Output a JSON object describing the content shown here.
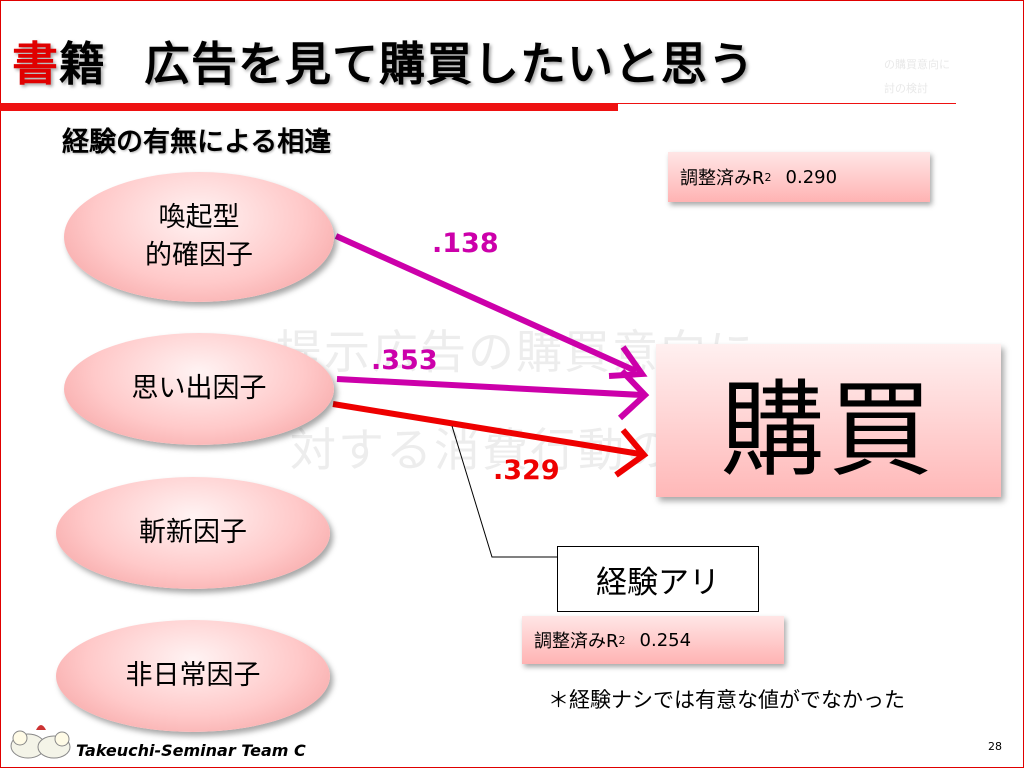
{
  "slide": {
    "title_red": "書",
    "title_rest": "籍",
    "title_main": "広告を見て購買したいと思う",
    "subtitle": "経験の有無による相違",
    "watermark_line1": "提示広告の購買意向に",
    "watermark_line2": "対する消費行動の検討",
    "wm_small_line1": "の購買意向に",
    "wm_small_line2": "討の検討"
  },
  "factors": [
    {
      "line1": "喚起型",
      "line2": "的確因子"
    },
    {
      "line1": "思い出因子",
      "line2": ""
    },
    {
      "line1": "斬新因子",
      "line2": ""
    },
    {
      "line1": "非日常因子",
      "line2": ""
    }
  ],
  "target": {
    "label": "購買"
  },
  "paths": [
    {
      "from": "喚起型的確因子",
      "coef": ".138",
      "color": "#cc00aa"
    },
    {
      "from": "思い出因子",
      "coef": ".353",
      "color": "#cc00aa"
    },
    {
      "from": "思い出因子",
      "coef": ".329",
      "color": "#ee0000"
    }
  ],
  "r2_top": {
    "label": "調整済みR",
    "sup": "2",
    "value": "0.290"
  },
  "r2_bottom": {
    "label": "調整済みR",
    "sup": "2",
    "value": "0.254"
  },
  "group_label": "経験アリ",
  "note": "＊経験ナシでは有意な値がでなかった",
  "footer": "Takeuchi-Seminar Team C",
  "page_number": "28",
  "colors": {
    "accent_red": "#e00000",
    "magenta": "#cc00aa"
  }
}
